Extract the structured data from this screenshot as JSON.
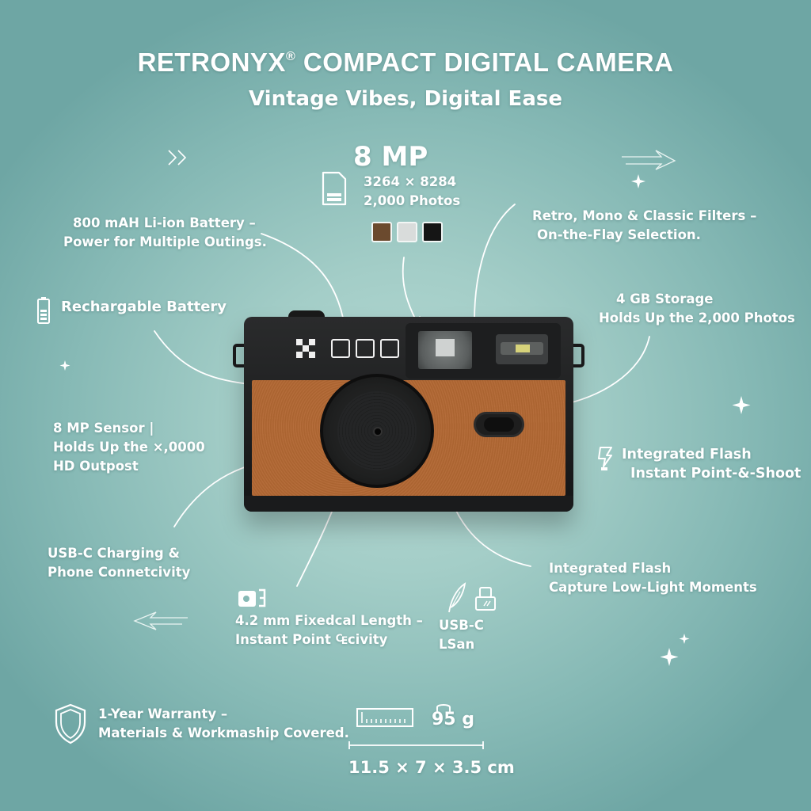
{
  "header": {
    "title": "RETRONYX",
    "title_mark": "®",
    "title_rest": "COMPACT DIGITAL CAMERA",
    "subtitle": "Vintage Vibes, Digital Ease"
  },
  "resolution": {
    "headline": "8 MP",
    "dimensions": "3264 × 8284",
    "capacity": "2,000 Photos",
    "icon": "sd-card-icon",
    "swatches": [
      "#6b4a2e",
      "#d9dcdb",
      "#151515"
    ]
  },
  "callouts": {
    "battery_capacity": {
      "line1": "800 mAH Li-ion Battery –",
      "line2": "Power for Multiple Outings."
    },
    "rechargeable": {
      "line1": "Rechargable Battery",
      "icon": "battery-icon"
    },
    "filters": {
      "line1": "Retro, Mono & Classic Filters –",
      "line2": "On-the-Flay Selection."
    },
    "storage": {
      "line1": "4 GB Storage",
      "line2": "Holds Up the 2,000 Photos"
    },
    "sensor": {
      "line1": "8 MP Sensor |",
      "line2": "Holds Up the ×,0000",
      "line3": "HD Outpost"
    },
    "flash_top": {
      "line1": "Integrated Flash",
      "line2": "Instant Point-&-Shoot",
      "icon": "flash-bulb-icon"
    },
    "usb_charging": {
      "line1": "USB-C Charging &",
      "line2": "Phone Connetcivity"
    },
    "flash_bottom": {
      "line1": "Integrated Flash",
      "line2": "Capture Low-Light Moments"
    },
    "focal_length": {
      "line1": "4.2 mm Fixedcal Length –",
      "line2": "Instant Point ₠civity",
      "icon": "camera-icon"
    },
    "usb_port": {
      "line1": "USB-C",
      "line2": "LSan",
      "icons": [
        "feather-icon",
        "usb-port-icon"
      ]
    }
  },
  "footer": {
    "warranty": {
      "line1": "1-Year Warranty –",
      "line2": "Materials & Workmaship Covered.",
      "icon": "shield-icon"
    },
    "weight": "95 g",
    "dimensions": "11.5 × 7 × 3.5 cm",
    "icons": [
      "ruler-icon",
      "weight-icon"
    ]
  },
  "colors": {
    "background": "#8fc2bd",
    "leather": "#b06936",
    "body": "#1c1d1e",
    "text": "#ffffff"
  }
}
